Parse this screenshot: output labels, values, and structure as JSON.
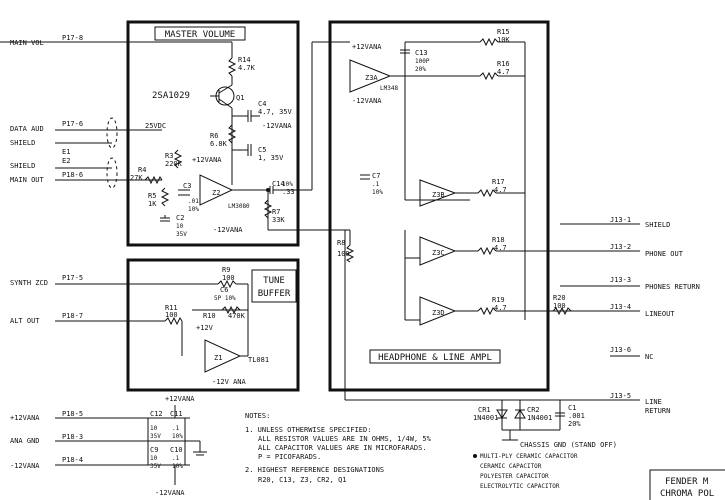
{
  "master": {
    "title": "MASTER VOLUME",
    "main_vol": "MAIN VOL",
    "p17_8": "P17-8",
    "data_aud": "DATA AUD",
    "shield": "SHIELD",
    "p17_6": "P17-6",
    "e1": "E1",
    "e2": "E2",
    "shield2": "SHIELD",
    "main_out": "MAIN OUT",
    "p18_6": "P18-6",
    "r14": "R14",
    "r14v": "4.7K",
    "q1_part": "2SA1029",
    "q1": "Q1",
    "c4": "C4",
    "c4v": "4.7, 35V",
    "vana_neg": "-12VANA",
    "r6": "R6",
    "r6v": "6.8K",
    "c5": "C5",
    "c5v": "1, 35V",
    "v25": "25VDC",
    "r3": "R3",
    "r3v": "220K",
    "vana_pos": "+12VANA",
    "r4": "R4",
    "r4v": "27K",
    "r5": "R5",
    "r5v": "1K",
    "c3": "C3",
    "c3v": ".01",
    "c3p": "10%",
    "z2": "Z2",
    "lm3080": "LM3080",
    "c14": "C14",
    "c14v": ".33",
    "c14p": "10%",
    "c2": "C2",
    "c2v": "10",
    "c2r": "35V",
    "r7": "R7",
    "r7v": "33K",
    "z2_neg": "-12VANA"
  },
  "tune": {
    "title1": "TUNE",
    "title2": "BUFFER",
    "synth_zcd": "SYNTH ZCD",
    "p17_5": "P17-5",
    "alt_out": "ALT OUT",
    "p18_7": "P18-7",
    "r9": "R9",
    "r9v": "100",
    "c6": "C6",
    "c6v": "5P 10%",
    "r10": "R10",
    "r10v": "470K",
    "r11": "R11",
    "r11v": "100",
    "vpos": "+12V",
    "z1": "Z1",
    "tl081": "TL081",
    "vneg": "-12V ANA"
  },
  "headphone": {
    "title": "HEADPHONE & LINE AMPL",
    "vpos": "+12VANA",
    "vneg": "-12VANA",
    "z3a": "Z3A",
    "lm348": "LM348",
    "c13": "C13",
    "c13v": "100P",
    "c13p": "20%",
    "r15": "R15",
    "r15v": "10K",
    "r16": "R16",
    "r16v": "4.7",
    "c7": "C7",
    "c7v": ".1",
    "c7p": "10%",
    "r8": "R8",
    "r8v": "100",
    "z3b": "Z3B",
    "z3c": "Z3C",
    "z3d": "Z3D",
    "r17": "R17",
    "r17v": "4.7",
    "r18": "R18",
    "r18v": "4.7",
    "r19": "R19",
    "r19v": "4.7",
    "r20": "R20",
    "r20v": "100"
  },
  "outputs": {
    "j13_1": "J13-1",
    "shield": "SHIELD",
    "j13_2": "J13-2",
    "phone_out": "PHONE OUT",
    "j13_3": "J13-3",
    "phones_return": "PHONES RETURN",
    "j13_4": "J13-4",
    "lineout": "LINEOUT",
    "j13_6": "J13-6",
    "nc": "NC",
    "j13_5": "J13-5",
    "line": "LINE",
    "ret": "RETURN"
  },
  "power": {
    "p18_5": "P18-5",
    "vpos": "+12VANA",
    "p18_3": "P18-3",
    "anagnd": "ANA GND",
    "p18_4": "P18-4",
    "vneg": "-12VANA",
    "top_v": "+12VANA",
    "bot_v": "-12VANA",
    "c12": "C12",
    "c11": "C11",
    "c12v": "10",
    "c11v": ".1",
    "c12r": "35V",
    "c11p": "10%",
    "c9": "C9",
    "c10": "C10",
    "c9v": "10",
    "c10v": ".1",
    "c9r": "35V",
    "c10p": "10%",
    "cr1": "CR1",
    "cr1v": "1N4001",
    "cr2": "CR2",
    "cr2v": "1N4001",
    "c1": "C1",
    "c1v": ".001",
    "c1p": "20%",
    "chassis": "CHASSIS GND (STAND OFF)"
  },
  "notes": {
    "title": "NOTES:",
    "n1": "1. UNLESS OTHERWISE SPECIFIED:",
    "n1a": "ALL RESISTOR VALUES ARE IN OHMS, 1/4W, 5%",
    "n1b": "ALL CAPACITOR VALUES ARE IN MICROFARADS.",
    "n1c": "P = PICOFARADS.",
    "n2": "2. HIGHEST REFERENCE DESIGNATIONS",
    "n2a": "R20, C13, Z3, CR2, Q1"
  },
  "legend": {
    "l1": "MULTI-PLY CERAMIC CAPACITOR",
    "l2": "CERAMIC CAPACITOR",
    "l3": "POLYESTER CAPACITOR",
    "l4": "ELECTROLYTIC CAPACITOR"
  },
  "titleblock": {
    "line1": "FENDER M",
    "line2": "CHROMA POL"
  }
}
